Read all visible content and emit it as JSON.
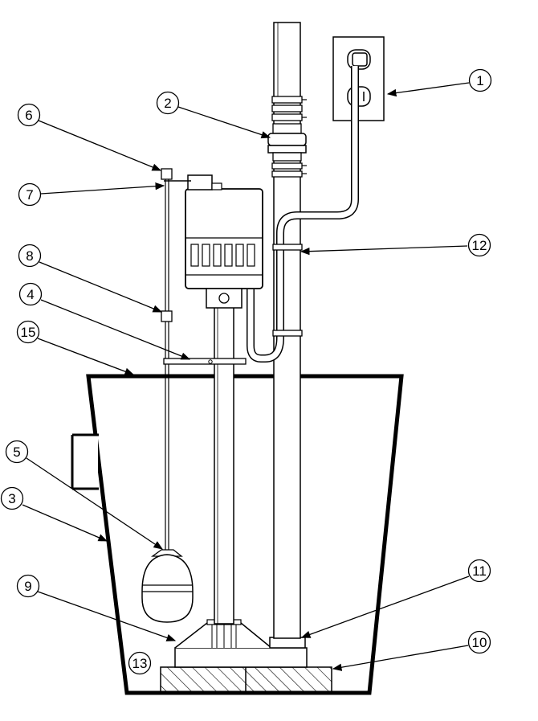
{
  "callouts": [
    {
      "id": "c1",
      "label": "1"
    },
    {
      "id": "c2",
      "label": "2"
    },
    {
      "id": "c3",
      "label": "3"
    },
    {
      "id": "c4",
      "label": "4"
    },
    {
      "id": "c5",
      "label": "5"
    },
    {
      "id": "c6",
      "label": "6"
    },
    {
      "id": "c7",
      "label": "7"
    },
    {
      "id": "c8",
      "label": "8"
    },
    {
      "id": "c9",
      "label": "9"
    },
    {
      "id": "c10",
      "label": "10"
    },
    {
      "id": "c11",
      "label": "11"
    },
    {
      "id": "c12",
      "label": "12"
    },
    {
      "id": "c13",
      "label": "13"
    },
    {
      "id": "c15",
      "label": "15"
    }
  ]
}
